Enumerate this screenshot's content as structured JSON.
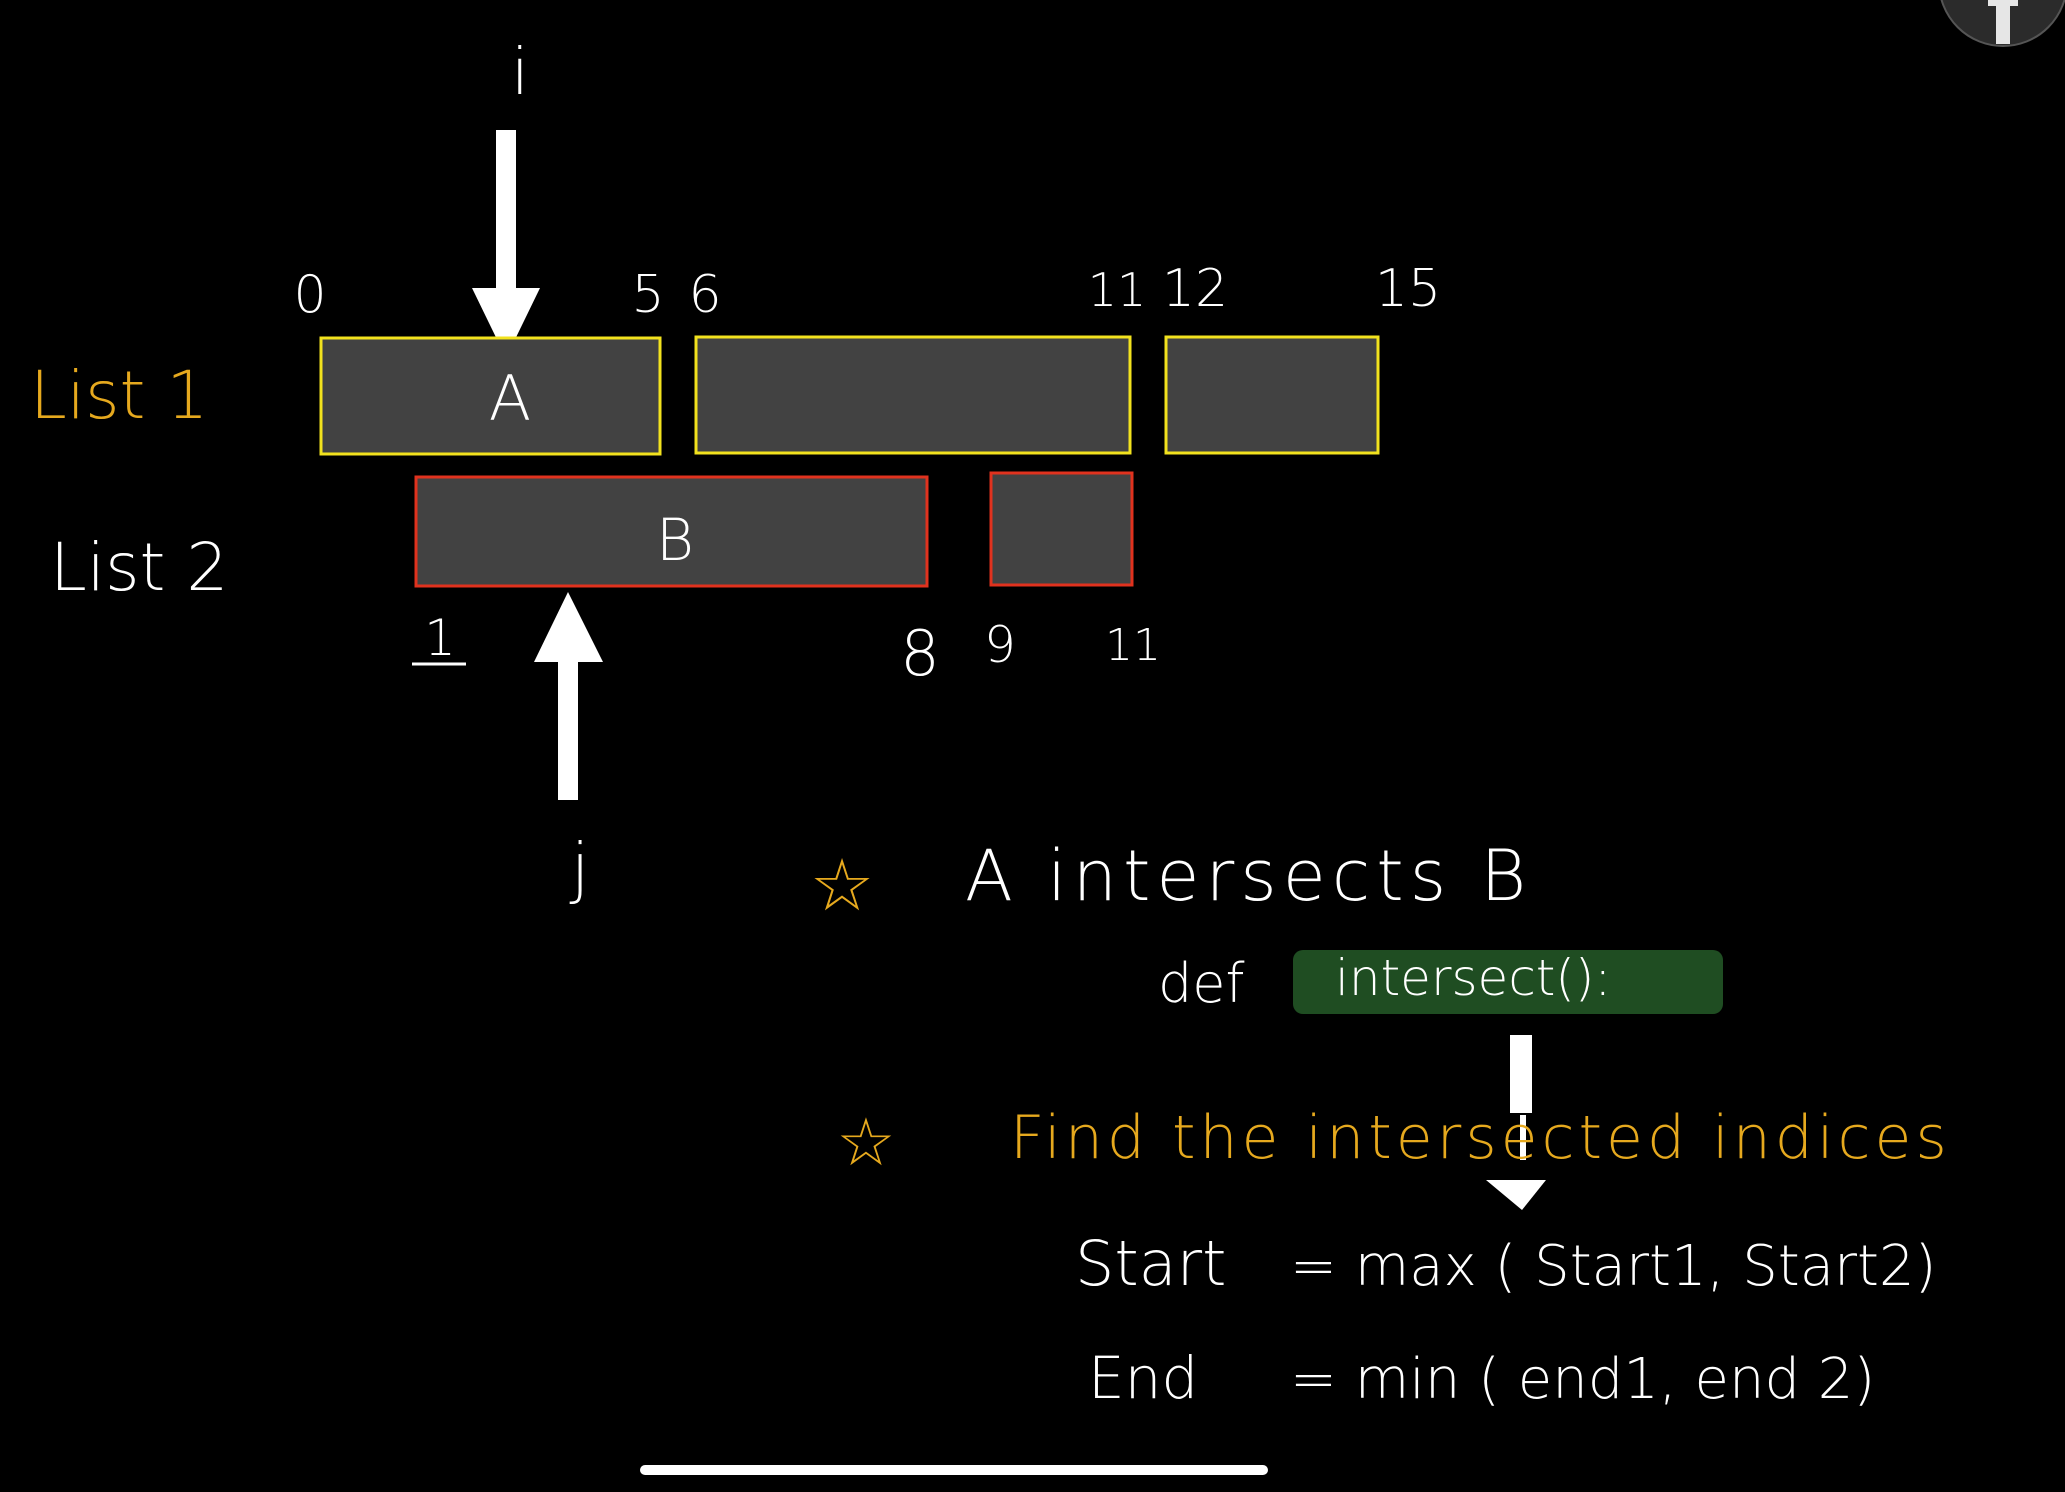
{
  "colors": {
    "background": "#000000",
    "list1_border": "#f2e21e",
    "list2_border": "#e0321e",
    "block_fill": "#424242",
    "white_ink": "#ffffff",
    "yellow_ink": "#e6a91e",
    "highlight_green": "#1f4d22"
  },
  "list1": {
    "label": "List 1",
    "ticks": [
      "0",
      "5",
      "6",
      "11",
      "12",
      "15"
    ],
    "block_a_label": "A"
  },
  "list2": {
    "label": "List 2",
    "ticks": [
      "1",
      "8",
      "9",
      "11"
    ],
    "block_b_label": "B"
  },
  "pointers": {
    "i": "i",
    "j": "j"
  },
  "notes": {
    "star_glyph": "☆",
    "line1": "A intersects B",
    "def_keyword": "def",
    "def_function": "intersect():",
    "line2": "Find the intersected indices",
    "start_label": "Start",
    "start_expr": "= max ( Start1, Start2)",
    "end_label": "End",
    "end_expr": "= min ( end1, end 2)"
  },
  "icons": [
    "down-arrow-icon",
    "up-arrow-icon",
    "star-icon",
    "home-indicator",
    "corner-button-icon"
  ]
}
